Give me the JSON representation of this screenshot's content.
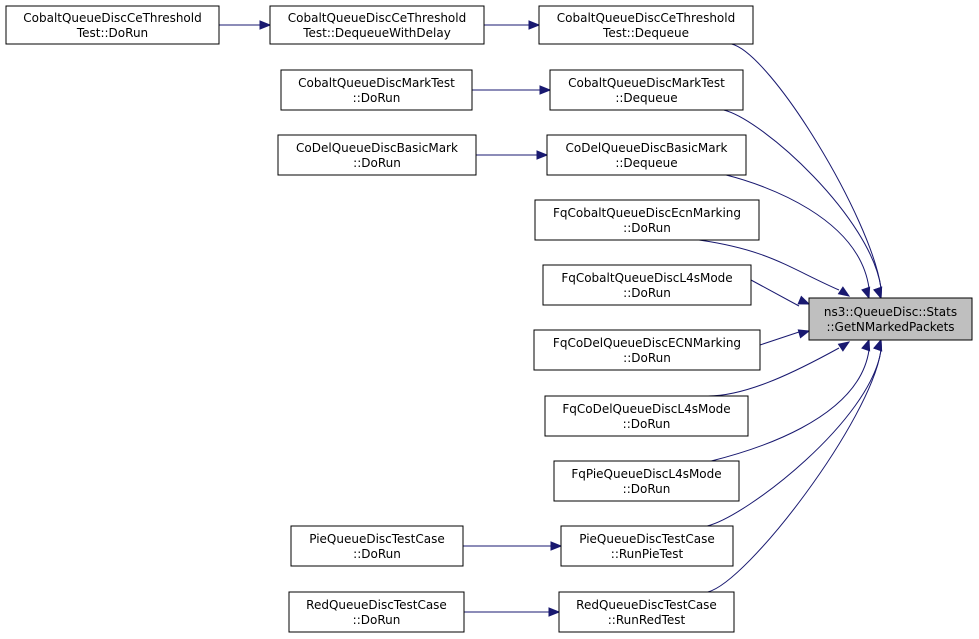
{
  "graph": {
    "focus": {
      "id": "stats",
      "lines": [
        "ns3::QueueDisc::Stats",
        "::GetNMarkedPackets"
      ]
    },
    "nodes": [
      {
        "id": "ct_dorun",
        "lines": [
          "CobaltQueueDiscCeThreshold",
          "Test::DoRun"
        ]
      },
      {
        "id": "ct_dwd",
        "lines": [
          "CobaltQueueDiscCeThreshold",
          "Test::DequeueWithDelay"
        ]
      },
      {
        "id": "ct_deq",
        "lines": [
          "CobaltQueueDiscCeThreshold",
          "Test::Dequeue"
        ]
      },
      {
        "id": "cm_dorun",
        "lines": [
          "CobaltQueueDiscMarkTest",
          "::DoRun"
        ]
      },
      {
        "id": "cm_deq",
        "lines": [
          "CobaltQueueDiscMarkTest",
          "::Dequeue"
        ]
      },
      {
        "id": "cd_dorun",
        "lines": [
          "CoDelQueueDiscBasicMark",
          "::DoRun"
        ]
      },
      {
        "id": "cd_deq",
        "lines": [
          "CoDelQueueDiscBasicMark",
          "::Dequeue"
        ]
      },
      {
        "id": "fce",
        "lines": [
          "FqCobaltQueueDiscEcnMarking",
          "::DoRun"
        ]
      },
      {
        "id": "fcl",
        "lines": [
          "FqCobaltQueueDiscL4sMode",
          "::DoRun"
        ]
      },
      {
        "id": "fde",
        "lines": [
          "FqCoDelQueueDiscECNMarking",
          "::DoRun"
        ]
      },
      {
        "id": "fdl",
        "lines": [
          "FqCoDelQueueDiscL4sMode",
          "::DoRun"
        ]
      },
      {
        "id": "fpl",
        "lines": [
          "FqPieQueueDiscL4sMode",
          "::DoRun"
        ]
      },
      {
        "id": "pie_dorun",
        "lines": [
          "PieQueueDiscTestCase",
          "::DoRun"
        ]
      },
      {
        "id": "pie_run",
        "lines": [
          "PieQueueDiscTestCase",
          "::RunPieTest"
        ]
      },
      {
        "id": "red_dorun",
        "lines": [
          "RedQueueDiscTestCase",
          "::DoRun"
        ]
      },
      {
        "id": "red_run",
        "lines": [
          "RedQueueDiscTestCase",
          "::RunRedTest"
        ]
      }
    ],
    "edges": [
      [
        "ct_dwd",
        "ct_dorun"
      ],
      [
        "ct_deq",
        "ct_dwd"
      ],
      [
        "cm_deq",
        "cm_dorun"
      ],
      [
        "cd_deq",
        "cd_dorun"
      ],
      [
        "pie_run",
        "pie_dorun"
      ],
      [
        "red_run",
        "red_dorun"
      ],
      [
        "stats",
        "ct_deq"
      ],
      [
        "stats",
        "cm_deq"
      ],
      [
        "stats",
        "cd_deq"
      ],
      [
        "stats",
        "fce"
      ],
      [
        "stats",
        "fcl"
      ],
      [
        "stats",
        "fde"
      ],
      [
        "stats",
        "fdl"
      ],
      [
        "stats",
        "fpl"
      ],
      [
        "stats",
        "pie_run"
      ],
      [
        "stats",
        "red_run"
      ]
    ],
    "colors": {
      "edge": "#191970",
      "focus_fill": "#bfbfbf",
      "node_fill": "#ffffff",
      "border": "#000000"
    }
  }
}
